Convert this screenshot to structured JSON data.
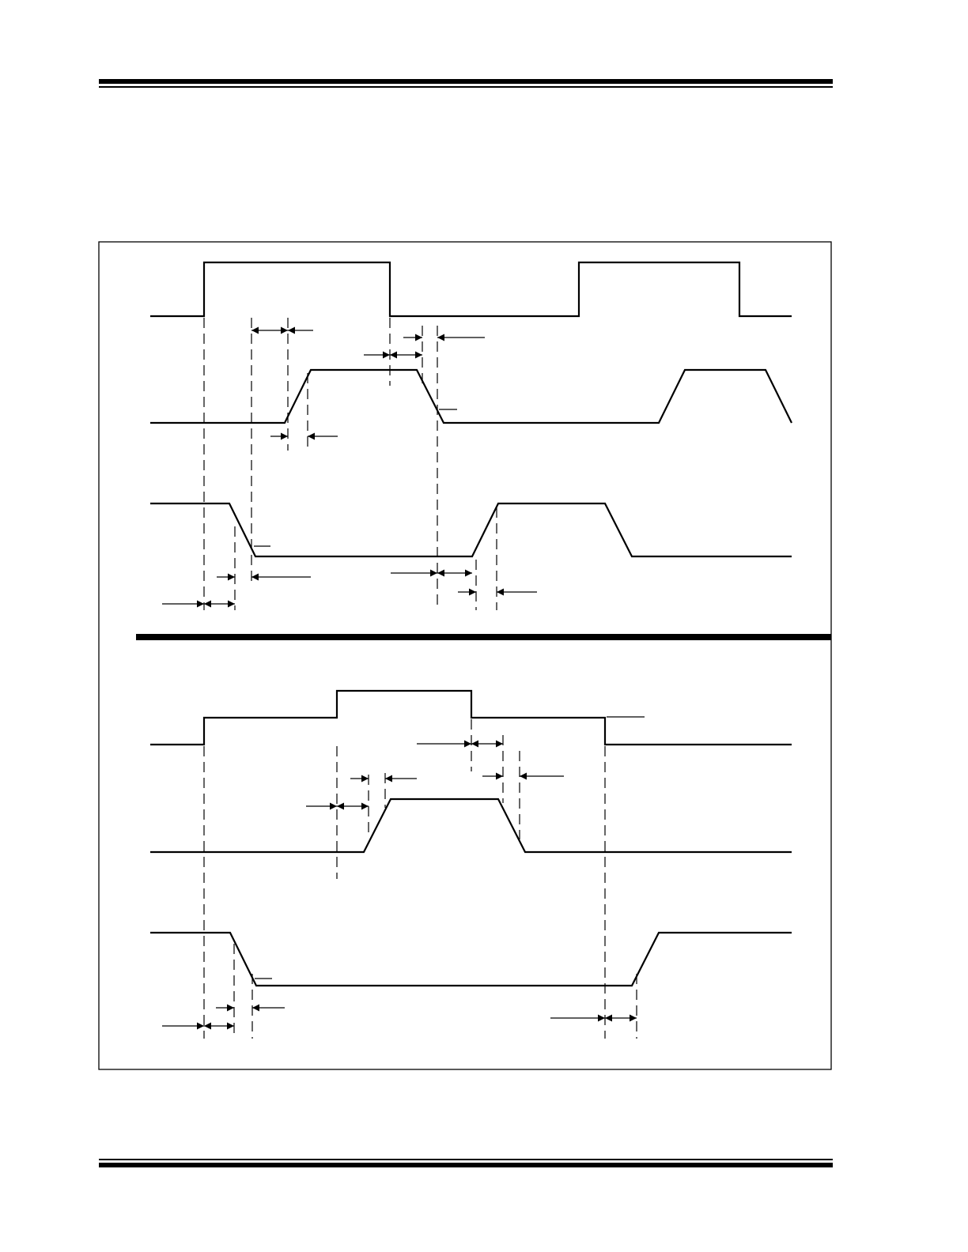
{
  "figure": {
    "panels": [
      {
        "name": "timing-panel-1",
        "traces": 3
      },
      {
        "name": "timing-panel-2",
        "traces": 3
      }
    ]
  },
  "colors": {
    "line": "#000000",
    "background": "#ffffff"
  }
}
